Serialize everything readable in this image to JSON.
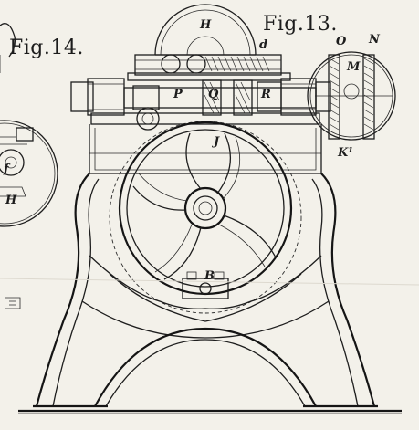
{
  "figures": {
    "fig14_title": "Fig.14.",
    "fig13_title": "Fig.13."
  },
  "labels": {
    "H_top": "H",
    "d": "d",
    "O": "O",
    "N": "N",
    "M": "M",
    "K1": "K¹",
    "P": "P",
    "Q": "Q",
    "R": "R",
    "J": "J",
    "B": "B",
    "f": "f",
    "H_left": "H"
  }
}
